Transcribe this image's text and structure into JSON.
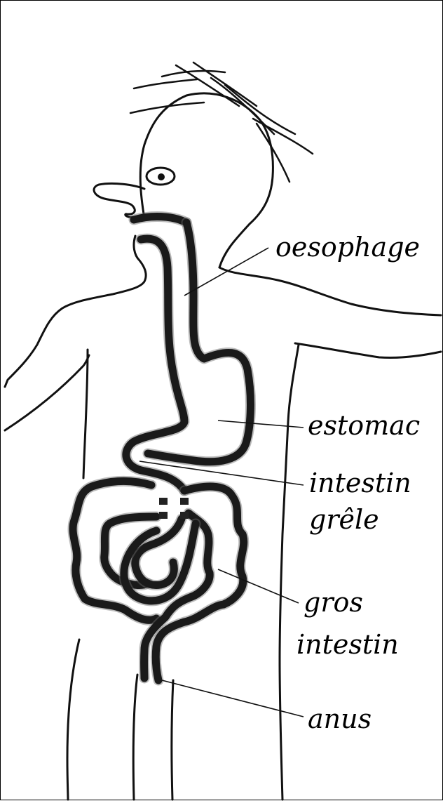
{
  "labels": {
    "oesophage": "oesophage",
    "estomac": "estomac",
    "intestin_grele_line1": "intestin",
    "intestin_grele_line2": "grêle",
    "gros_intestin_line1": "gros",
    "gros_intestin_line2": "intestin",
    "anus": "anus"
  },
  "colors": {
    "ink": "#111111",
    "background": "#ffffff"
  }
}
